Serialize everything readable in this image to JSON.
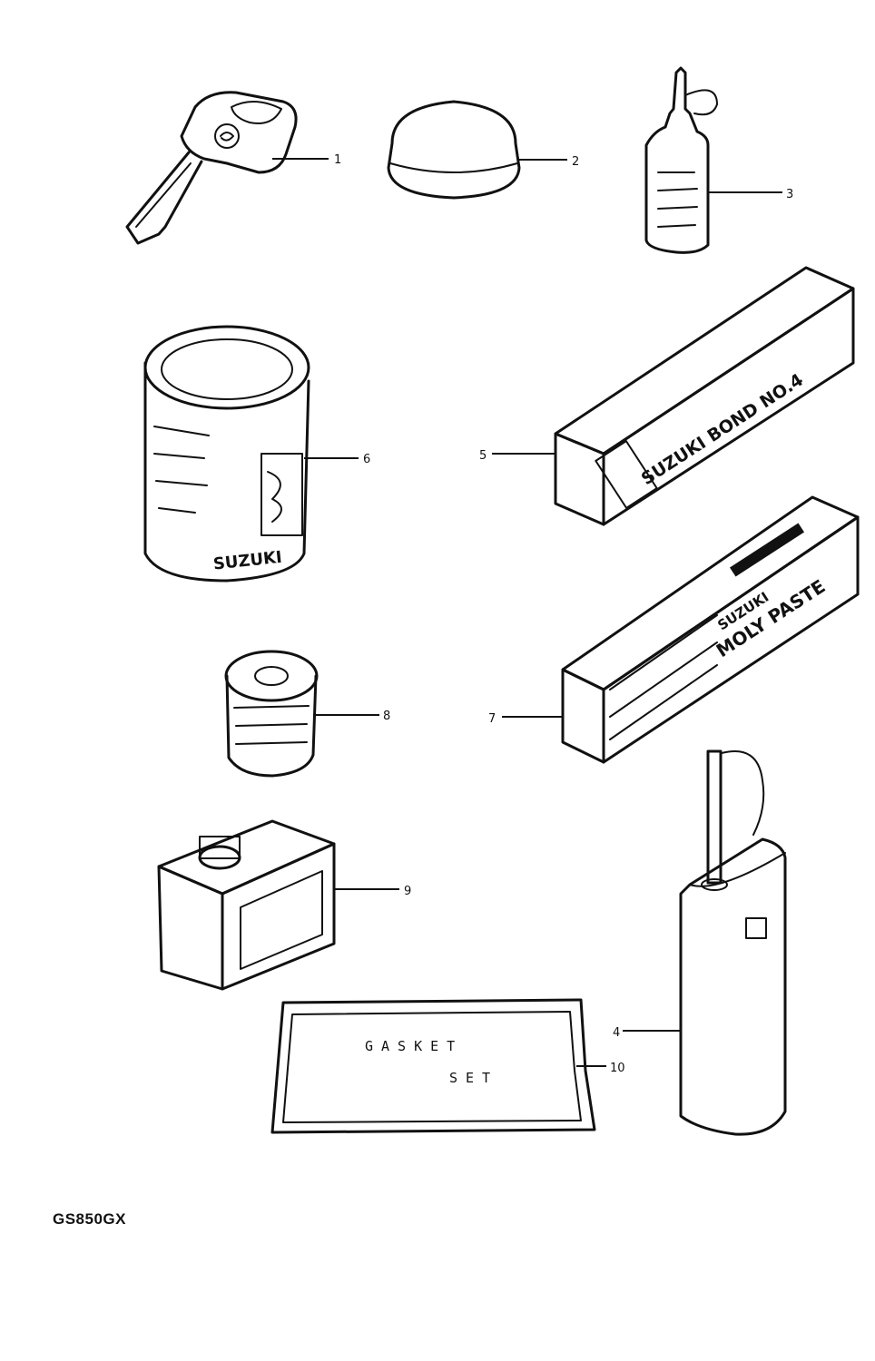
{
  "diagram": {
    "model": "GS850GX",
    "parts": [
      {
        "callout": "1",
        "icon": "key-icon"
      },
      {
        "callout": "2",
        "icon": "round-cap-icon"
      },
      {
        "callout": "3",
        "icon": "oil-bottle-icon"
      },
      {
        "callout": "4",
        "icon": "grease-tube-icon"
      },
      {
        "callout": "5",
        "icon": "bond-box-icon",
        "label": "SUZUKI BOND NO.4"
      },
      {
        "callout": "6",
        "icon": "paint-can-icon",
        "label": "SUZUKI"
      },
      {
        "callout": "7",
        "icon": "paste-box-icon",
        "label_top": "SUZUKI",
        "label_bottom": "MOLY PASTE"
      },
      {
        "callout": "8",
        "icon": "small-can-icon"
      },
      {
        "callout": "9",
        "icon": "square-tin-icon"
      },
      {
        "callout": "10",
        "icon": "gasket-packet-icon",
        "label_line1": "GASKET",
        "label_line2": "SET"
      }
    ]
  }
}
